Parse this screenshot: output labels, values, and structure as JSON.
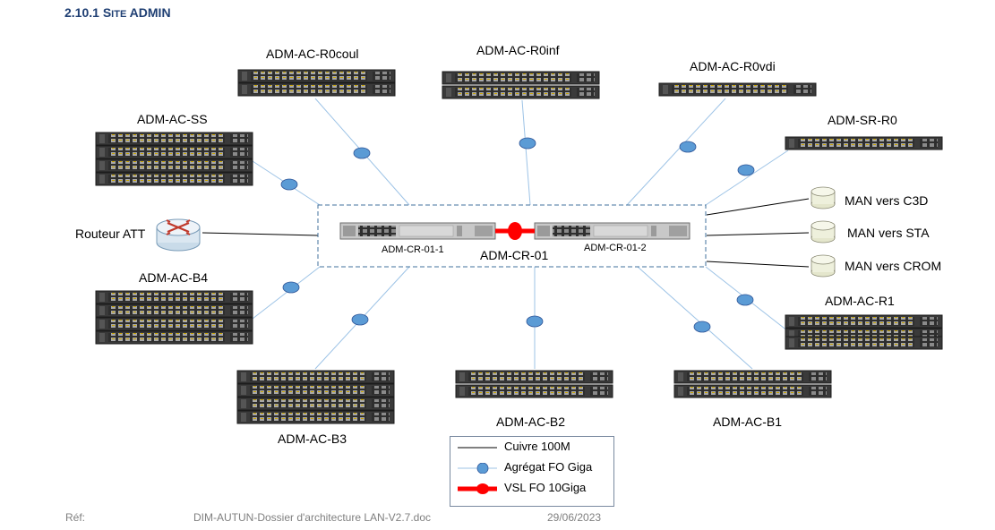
{
  "heading": {
    "number": "2.10.1",
    "title_first_letter": "S",
    "title_rest": "ITE",
    "title_word2": "ADMIN"
  },
  "core": {
    "name": "ADM-CR-01",
    "unit1": "ADM-CR-01-1",
    "unit2": "ADM-CR-01-2"
  },
  "switches": {
    "r0coul": "ADM-AC-R0coul",
    "r0inf": "ADM-AC-R0inf",
    "r0vdi": "ADM-AC-R0vdi",
    "sr_r0": "ADM-SR-R0",
    "ss": "ADM-AC-SS",
    "b4": "ADM-AC-B4",
    "b3": "ADM-AC-B3",
    "b2": "ADM-AC-B2",
    "b1": "ADM-AC-B1",
    "r1": "ADM-AC-R1"
  },
  "router": {
    "label": "Routeur ATT"
  },
  "man_links": {
    "c3d": "MAN vers C3D",
    "sta": "MAN vers STA",
    "crom": "MAN vers CROM"
  },
  "legend": {
    "copper": "Cuivre 100M",
    "fiber_agg": "Agrégat FO Giga",
    "vsl": "VSL FO 10Giga"
  },
  "footer": {
    "ref_label": "Réf:",
    "document": "DIM-AUTUN-Dossier d'architecture LAN-V2.7.doc",
    "date": "29/06/2023"
  },
  "colors": {
    "heading": "#1f3f73",
    "fiber_line": "#9dc3e6",
    "fiber_node": "#5b9bd5",
    "vsl": "#ff0000",
    "switch_body": "#3a3a3a"
  },
  "icons": {
    "router": "router-icon",
    "man_cloud": "database-cylinder-icon"
  }
}
